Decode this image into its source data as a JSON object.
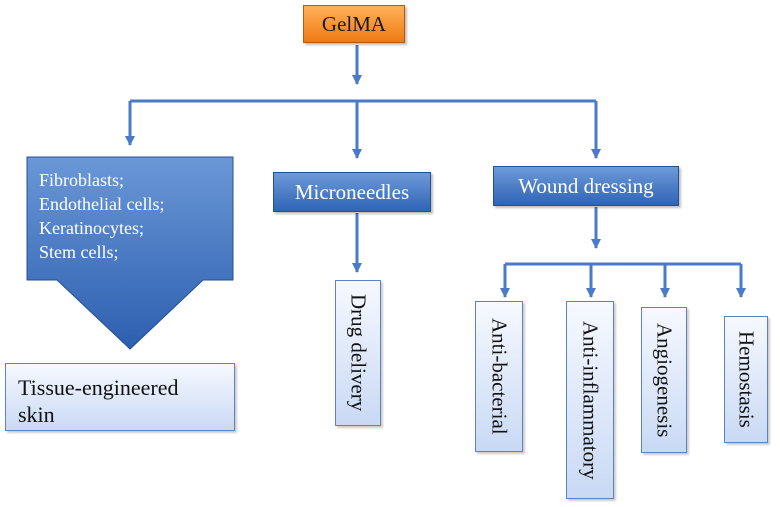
{
  "root": {
    "label": "GelMA"
  },
  "cells": {
    "items": [
      "Fibroblasts;",
      "Endothelial cells;",
      "Keratinocytes;",
      "Stem cells;"
    ]
  },
  "microneedles": {
    "label": "Microneedles"
  },
  "wound_dressing": {
    "label": "Wound dressing"
  },
  "tissue_skin": {
    "line1": "Tissue-engineered",
    "line2": "skin"
  },
  "drug_delivery": {
    "label": "Drug delivery"
  },
  "wound_functions": [
    {
      "label": "Anti-bacterial"
    },
    {
      "label": "Anti-inflammatory"
    },
    {
      "label": "Angiogenesis"
    },
    {
      "label": "Hemostasis"
    }
  ],
  "colors": {
    "root_fill": "#f08a1e",
    "node_fill": "#3a6fc0",
    "leaf_fill": "#dde7f8",
    "connector": "#4a7ac8"
  }
}
